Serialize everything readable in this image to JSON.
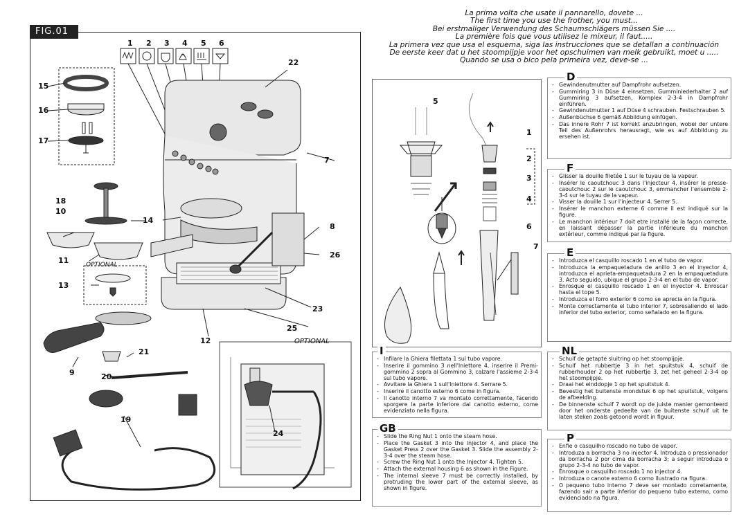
{
  "figure": {
    "tab_label": "FIG.01",
    "icon_numbers": [
      "1",
      "2",
      "3",
      "4",
      "5",
      "6"
    ],
    "callouts": {
      "c22": "22",
      "c15": "15",
      "c16": "16",
      "c17": "17",
      "c7": "7",
      "c18": "18",
      "c10": "10",
      "c14": "14",
      "c8": "8",
      "c11": "11",
      "c26": "26",
      "c13": "13",
      "c23": "23",
      "c25": "25",
      "c12": "12",
      "c21": "21",
      "c9": "9",
      "c20": "20",
      "c19": "19",
      "c24": "24"
    },
    "optional_label": "OPTIONAL",
    "optional_label2": "OPTIONAL"
  },
  "intro": {
    "lines": [
      "La prima volta che usate il pannarello, dovete ...",
      "The first time you use the frother, you must...",
      "Bei erstmaliger Verwendung des Schaumschlägers müssen Sie ....",
      "La première fois que vous utilisez le mixeur, il faut.....",
      "La primera vez que usa el esquema, siga las instrucciones que se detallan a continuación",
      "De eerste keer dat u het stoompijpje voor het opschuimen van melk gebruikt, moet u .....",
      "Quando se usa o bico pela primeira vez, deve-se ..."
    ]
  },
  "detail": {
    "n5": "5",
    "n1": "1",
    "n2": "2",
    "n3": "3",
    "n4": "4",
    "n6": "6",
    "n7": "7"
  },
  "sections": {
    "D": {
      "tag": "D",
      "items": [
        "Gewindenutmutter auf Dampfrohr aufsetzen.",
        "Gummiring 3 in Düse 4 einsetzen, Gumminiederhalter 2 auf Gummiring 3 aufsetzen, Komplex 2-3-4 in Dampfrohr einführen.",
        "Gewindenutmutter 1 auf Düse 4 schrauben. Festschrauben 5.",
        "Außenbüchse 6 gemäß Abbildung einfügen.",
        "Das innere Rohr 7 ist korrekt anzubringen, wobei der untere Teil des Außenrohrs herausragt, wie es auf Abbildung zu ersehen ist."
      ]
    },
    "F": {
      "tag": "F",
      "items": [
        "Glisser la douille filetée 1 sur le tuyau de la vapeur.",
        "Insérer le caoutchouc 3 dans l'injecteur 4, insérer le presse-caoutchouc 2 sur le caoutchouc 3, emmancher l'ensemble 2-3-4 sur le tuyau de la vapeur.",
        "Visser la douille 1 sur l'injecteur 4. Serrer 5.",
        "Insérer le manchon externe 6 comme il est indiqué sur la figure.",
        "Le manchon intérieur 7 doit etre installé de la façon correcte, en laissant dépasser la partie inférieure du manchon extérieur, comme indiqué par la figure."
      ]
    },
    "E": {
      "tag": "E",
      "items": [
        "Introduzca el casquillo roscado 1 en el tubo de vapor.",
        "Introduzca la empaquetadura de anillo 3 en el inyector 4, introduzca el aprieta-empaquetadura 2 en la empaquetadura 3. Acto seguido, ubique el grupo 2-3-4 en el tubo de vapor.",
        "Enrosque el casquillo roscado 1 en el inyector 4. Enroscar hasta el tope 5.",
        "Introduzca el forro exterior 6 como se aprecia en la figura.",
        "Monte correctamente el tubo interior 7, sobresaliendo el lado inferior del tubo exterior, como señalado en la figura."
      ]
    },
    "NL": {
      "tag": "NL",
      "items": [
        "Schuif de getapte sluitring op het stoompijpje.",
        "Schuif het rubbertje 3 in het spuitstuk 4, schuif de rubberhouder 2 op het rubbertje 3, zet het geheel 2-3-4 op het stoompijpje.",
        "Draai het einddopje 1 op het spuitstuk 4.",
        "Bevestig het buitenste mondstuk 6 op het spuitstuk, volgens de afbeelding.",
        "De binnenste schuif 7 wordt op de juiste manier gemonteerd door het onderste gedeelte van de buitenste schuif uit te laten steken zoals getoond wordt in figuur."
      ]
    },
    "P": {
      "tag": "P",
      "items": [
        "Enfie o casquilho roscado no tubo de vapor.",
        "Introduza a borracha 3 no injector 4. Introduza o pressionador da borracha 2 por cima da borracha 3; a seguir introduza o grupo 2-3-4 no tubo de vapor.",
        "Enrosque o casquilho roscado 1 no injector 4.",
        "Introduza o canote externo 6 como ilustrado na figura.",
        "O pequeno tubo interno 7 deve ser montado corretamente, fazendo sair a parte inferior do pequeno tubo externo, como evidenciado na figura."
      ]
    },
    "I": {
      "tag": "I",
      "items": [
        "Infilare la Ghiera filettata 1 sul tubo vapore.",
        "Inserire il gommino 3 nell'Iniettore 4, inserire il Premi-gommino 2 sopra al Gommino 3, calzare l'assieme 2-3-4 sul tubo vapore.",
        "Avvitare la Ghiera 1 sull'Iniettore 4. Serrare 5.",
        "Inserire il canotto esterno 6 come in figura.",
        "Il canotto interno 7 va montato correttamente, facendo sporgere la parte inferiore dal canotto esterno, come evidenziato nella figura."
      ]
    },
    "GB": {
      "tag": "GB",
      "items": [
        "Slide the Ring Nut 1 onto the steam hose.",
        "Place the Gasket 3 into the Injector 4, and place the Gasket Press 2 over the Gasket 3. Slide the assembly 2-3-4 over the steam hose.",
        "Screw the Ring Nut 1 onto the Injector 4. Tighten 5.",
        "Attach the external housing 6 as shown in the Figure.",
        "The internal sleeve 7 must be correctly installed, by protruding the lower part of the external sleeve, as shown in figure."
      ]
    }
  }
}
